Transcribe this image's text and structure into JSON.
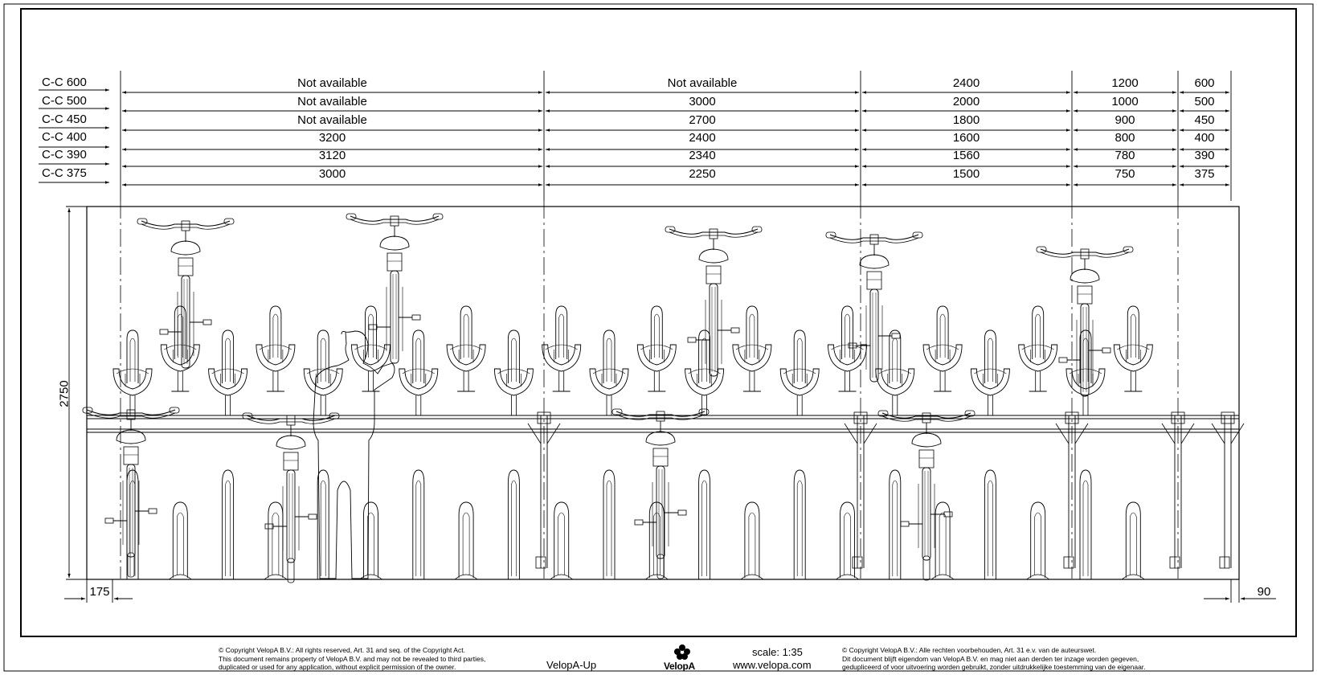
{
  "rows": [
    {
      "label": "C-C 600",
      "values": [
        "Not available",
        "Not available",
        "2400",
        "1200",
        "600"
      ]
    },
    {
      "label": "C-C 500",
      "values": [
        "Not available",
        "3000",
        "2000",
        "1000",
        "500"
      ]
    },
    {
      "label": "C-C 450",
      "values": [
        "Not available",
        "2700",
        "1800",
        "900",
        "450"
      ]
    },
    {
      "label": "C-C 400",
      "values": [
        "3200",
        "2400",
        "1600",
        "800",
        "400"
      ]
    },
    {
      "label": "C-C 390",
      "values": [
        "3120",
        "2340",
        "1560",
        "780",
        "390"
      ]
    },
    {
      "label": "C-C 375",
      "values": [
        "3000",
        "2250",
        "1500",
        "750",
        "375"
      ]
    }
  ],
  "dimensions": {
    "height": "2750",
    "left_offset": "175",
    "right_offset": "90"
  },
  "footer": {
    "copyright_en": [
      "©  Copyright VelopA B.V.: All rights reserved, Art. 31 and seq. of the Copyright Act.",
      "This document remains property of VelopA B.V. and may not be revealed to third parties,",
      "duplicated or used for any application, without explicit permission of the owner."
    ],
    "product": "VelopA-Up",
    "brand": "VelopA",
    "scale": "scale: 1:35",
    "website": "www.velopa.com",
    "copyright_nl": [
      "©  Copyright VelopA B.V.: Alle rechten voorbehouden, Art. 31 e.v. van de auteurswet.",
      "Dit document blijft eigendom van VelopA B.V. en mag niet aan derden ter inzage worden gegeven,",
      "gedupliceerd of voor uitvoering worden gebruikt, zonder uitdrukkelijke toestemming van de eigenaar."
    ]
  },
  "colors": {
    "line": "#000000",
    "background": "#ffffff"
  }
}
